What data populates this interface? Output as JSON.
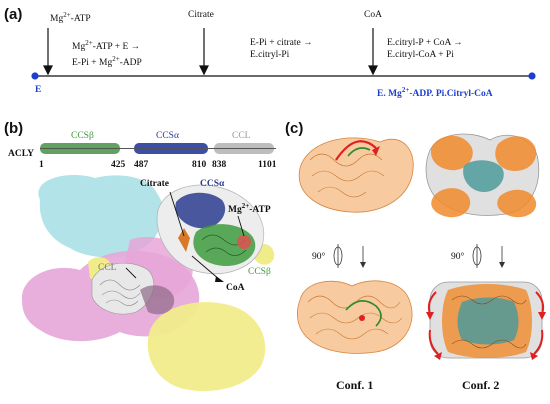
{
  "panel_a": {
    "label": "(a)",
    "top_labels": [
      "Mg2+-ATP",
      "Citrate",
      "CoA"
    ],
    "equations": [
      [
        "Mg2+-ATP + E →",
        "E-Pi + Mg2+-ADP"
      ],
      [
        "E-Pi + citrate →",
        "E.citryl-Pi"
      ],
      [
        "E.citryl-P + CoA →",
        "E.citryl-CoA + Pi"
      ]
    ],
    "start_label": "E",
    "end_label": "E. Mg2+-ADP. Pi.Citryl-CoA",
    "colors": {
      "timeline": "#111111",
      "endpoint": "#1d3fd0"
    }
  },
  "panel_b": {
    "label": "(b)",
    "protein": "ACLY",
    "domains": [
      {
        "name": "CCSβ",
        "start": 1,
        "end": 425,
        "color": "#5fa35f"
      },
      {
        "name": "CCSα",
        "start": 487,
        "end": 810,
        "color": "#3b4ea8"
      },
      {
        "name": "CCL",
        "start": 838,
        "end": 1101,
        "color": "#bdbdbd"
      }
    ],
    "ticks": [
      "1",
      "425",
      "487",
      "810",
      "838",
      "1101"
    ],
    "annotations": {
      "citrate": "Citrate",
      "ccsa": "CCSα",
      "mgatp": "Mg2+-ATP",
      "ccl": "CCL",
      "coa": "CoA",
      "ccsb": "CCSβ"
    },
    "colors": {
      "cyan": "#a9e0e6",
      "pink": "#e7a6d8",
      "yellow": "#f1ec8a",
      "white": "#e8e8e8",
      "green": "#3e9a3e",
      "navy": "#2c3c8f",
      "red": "#e05050"
    }
  },
  "panel_c": {
    "label": "(c)",
    "rotation": "90°",
    "conf1": "Conf. 1",
    "conf2": "Conf. 2",
    "colors": {
      "orange": "#f0a060",
      "lightorange": "#f7caa0",
      "teal": "#4e9a9a",
      "gray": "#a8a8a8",
      "arrow": "#e02020"
    }
  }
}
